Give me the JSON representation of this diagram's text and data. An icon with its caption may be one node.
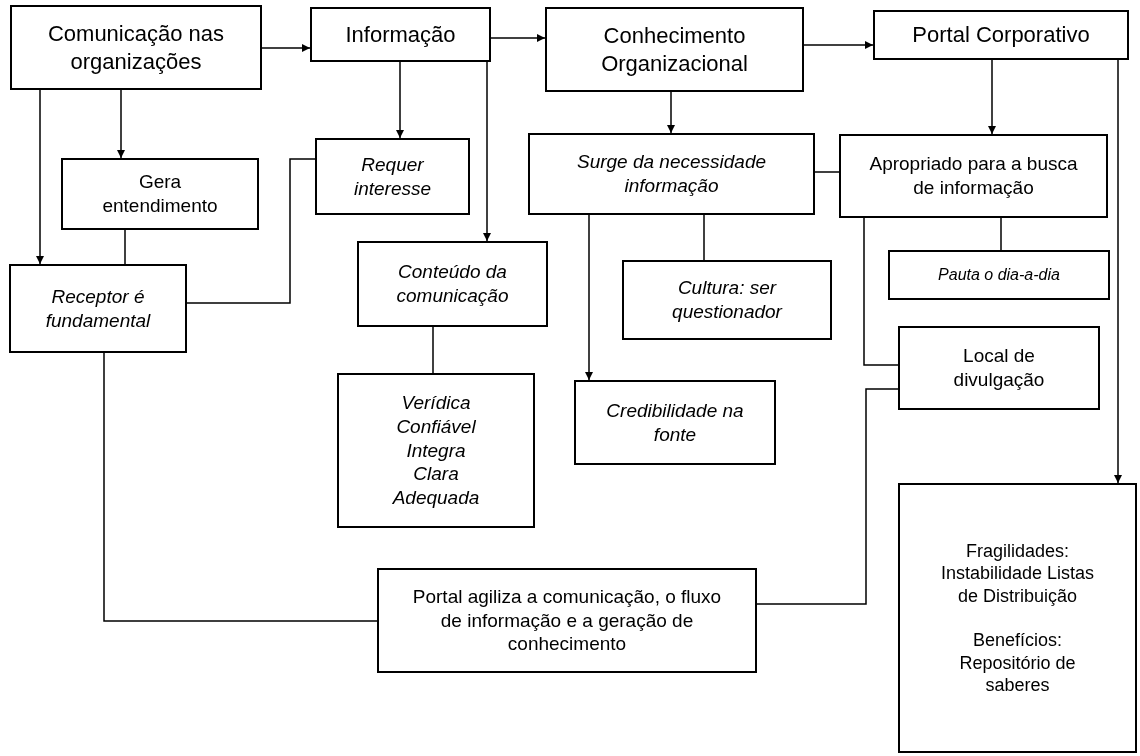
{
  "diagram": {
    "nodes": [
      {
        "text": [
          "Comunicação nas organizações"
        ]
      },
      {
        "text": [
          "Informação"
        ]
      },
      {
        "text": [
          "Conhecimento Organizacional"
        ]
      },
      {
        "text": [
          "Portal Corporativo"
        ]
      },
      {
        "text": [
          "Gera entendimento"
        ]
      },
      {
        "text": [
          "Requer interesse"
        ]
      },
      {
        "text": [
          "Surge da necessidade informação"
        ]
      },
      {
        "text": [
          "Apropriado para a busca de informação"
        ]
      },
      {
        "text": [
          "Receptor é fundamental"
        ]
      },
      {
        "text": [
          "Conteúdo da comunicação"
        ]
      },
      {
        "text": [
          "Cultura: ser questionador"
        ]
      },
      {
        "text": [
          "Pauta o dia-a-dia"
        ]
      },
      {
        "text": [
          "Local de divulgação"
        ]
      },
      {
        "text": [
          "Verídica",
          "Confiável",
          "Integra",
          "Clara",
          "Adequada"
        ]
      },
      {
        "text": [
          "Credibilidade na fonte"
        ]
      },
      {
        "text": [
          "Portal agiliza a comunicação, o fluxo de informação e a geração de conhecimento"
        ]
      },
      {
        "text": [
          "Fragilidades: Instabilidade Listas de Distribuição",
          "Benefícios: Repositório de saberes"
        ]
      }
    ],
    "edges": [
      {
        "from": 0,
        "to": 1,
        "arrow": "to"
      },
      {
        "from": 1,
        "to": 2,
        "arrow": "to"
      },
      {
        "from": 2,
        "to": 3,
        "arrow": "to"
      },
      {
        "from": 0,
        "to": 4,
        "arrow": "to"
      },
      {
        "from": 0,
        "to": 8,
        "arrow": "to"
      },
      {
        "from": 4,
        "to": 8,
        "arrow": "none"
      },
      {
        "from": 1,
        "to": 5,
        "arrow": "to"
      },
      {
        "from": 1,
        "to": 9,
        "arrow": "to"
      },
      {
        "from": 8,
        "to": 5,
        "arrow": "none"
      },
      {
        "from": 2,
        "to": 6,
        "arrow": "to"
      },
      {
        "from": 6,
        "to": 7,
        "arrow": "none"
      },
      {
        "from": 3,
        "to": 7,
        "arrow": "to"
      },
      {
        "from": 3,
        "to": 16,
        "arrow": "to"
      },
      {
        "from": 6,
        "to": 14,
        "arrow": "to"
      },
      {
        "from": 6,
        "to": 10,
        "arrow": "none"
      },
      {
        "from": 7,
        "to": 11,
        "arrow": "none"
      },
      {
        "from": 7,
        "to": 12,
        "arrow": "none"
      },
      {
        "from": 9,
        "to": 13,
        "arrow": "none"
      },
      {
        "from": 8,
        "to": 15,
        "arrow": "none"
      },
      {
        "from": 12,
        "to": 15,
        "arrow": "none"
      }
    ]
  }
}
